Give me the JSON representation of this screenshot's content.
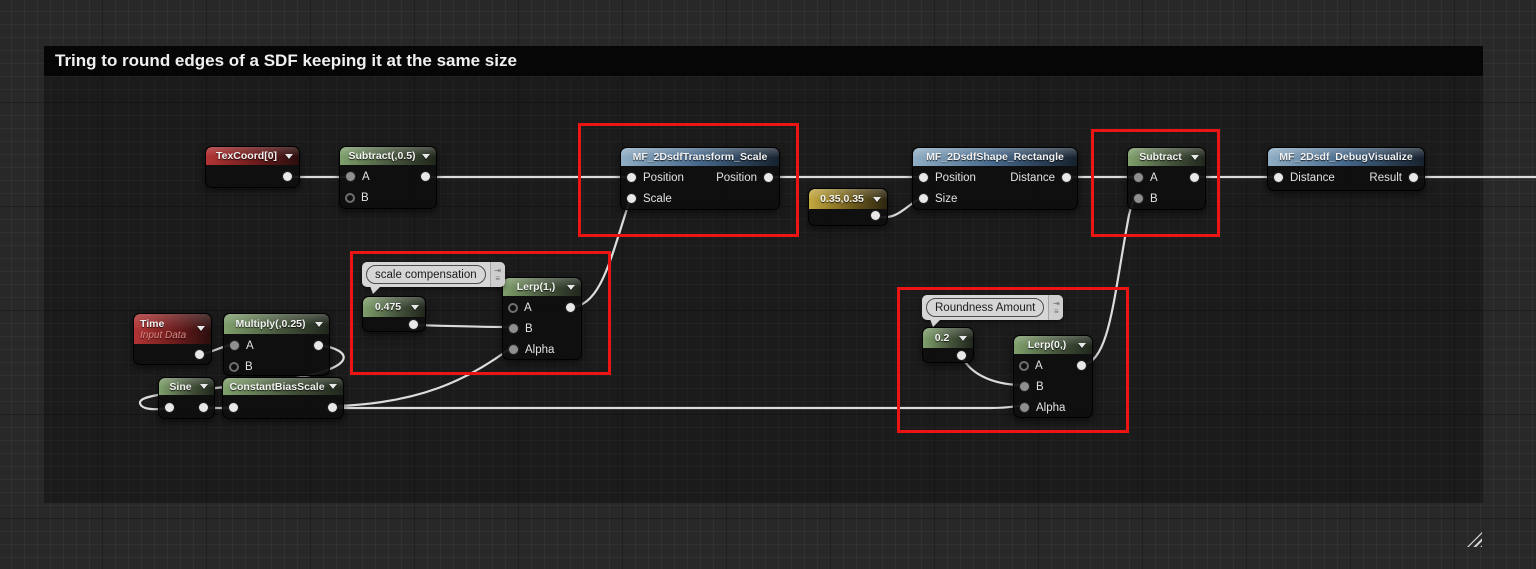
{
  "comment": {
    "title": "Tring to round edges of a SDF keeping it at the same size"
  },
  "nodes": {
    "texcoord": {
      "title": "TexCoord[0]"
    },
    "subtract05": {
      "title": "Subtract(,0.5)",
      "a": "A",
      "b": "B"
    },
    "transform": {
      "title": "MF_2DsdfTransform_Scale",
      "in_position": "Position",
      "in_scale": "Scale",
      "out_position": "Position"
    },
    "const3535": {
      "title": "0.35,0.35"
    },
    "rectangle": {
      "title": "MF_2DsdfShape_Rectangle",
      "in_position": "Position",
      "in_size": "Size",
      "out_distance": "Distance"
    },
    "subtract": {
      "title": "Subtract",
      "a": "A",
      "b": "B"
    },
    "debug": {
      "title": "MF_2Dsdf_DebugVisualize",
      "in_distance": "Distance",
      "out_result": "Result"
    },
    "bubble_scale": {
      "label": "scale compensation"
    },
    "const0475": {
      "title": "0.475"
    },
    "lerp1": {
      "title": "Lerp(1,)",
      "a": "A",
      "b": "B",
      "alpha": "Alpha"
    },
    "time": {
      "title": "Time",
      "subtitle": "Input Data"
    },
    "multiply": {
      "title": "Multiply(,0.25)",
      "a": "A",
      "b": "B"
    },
    "sine": {
      "title": "Sine"
    },
    "cbs": {
      "title": "ConstantBiasScale"
    },
    "bubble_round": {
      "label": "Roundness Amount"
    },
    "const02": {
      "title": "0.2"
    },
    "lerp0": {
      "title": "Lerp(0,)",
      "a": "A",
      "b": "B",
      "alpha": "Alpha"
    }
  },
  "icons": {
    "comment_pin": "⇥",
    "comment_lines": "≡"
  },
  "colors": {
    "annotation_red": "#ed1414",
    "wire": "#dcdcdc",
    "header_green": "#7fa06c",
    "header_red": "#b23434",
    "header_blue": "#8fadc4",
    "header_yellow": "#c4a93f",
    "comment_title_bg": "#060606",
    "graph_bg": "#282828"
  }
}
